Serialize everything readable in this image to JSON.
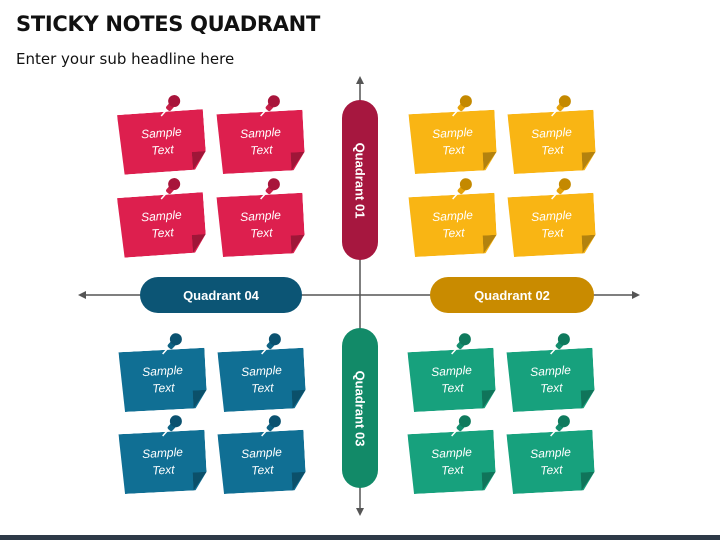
{
  "title": "STICKY NOTES QUADRANT",
  "subtitle": "Enter your sub headline here",
  "quadrants": {
    "q01": {
      "label": "Quadrant 01",
      "color": "#a6173f",
      "note_color": "#dd1f4e"
    },
    "q02": {
      "label": "Quadrant 02",
      "color": "#c98b00",
      "note_color": "#f9b514"
    },
    "q03": {
      "label": "Quadrant 03",
      "color": "#128a68",
      "note_color": "#17a17d"
    },
    "q04": {
      "label": "Quadrant 04",
      "color": "#0c5575",
      "note_color": "#106f94"
    }
  },
  "notes": {
    "q01": [
      "Sample\nText",
      "Sample\nText",
      "Sample\nText",
      "Sample\nText"
    ],
    "q02": [
      "Sample\nText",
      "Sample\nText",
      "Sample\nText",
      "Sample\nText"
    ],
    "q03": [
      "Sample\nText",
      "Sample\nText",
      "Sample\nText",
      "Sample\nText"
    ],
    "q04": [
      "Sample\nText",
      "Sample\nText",
      "Sample\nText",
      "Sample\nText"
    ]
  },
  "icons": {
    "pin": "pushpin-icon",
    "arrow": "arrowhead-icon"
  }
}
